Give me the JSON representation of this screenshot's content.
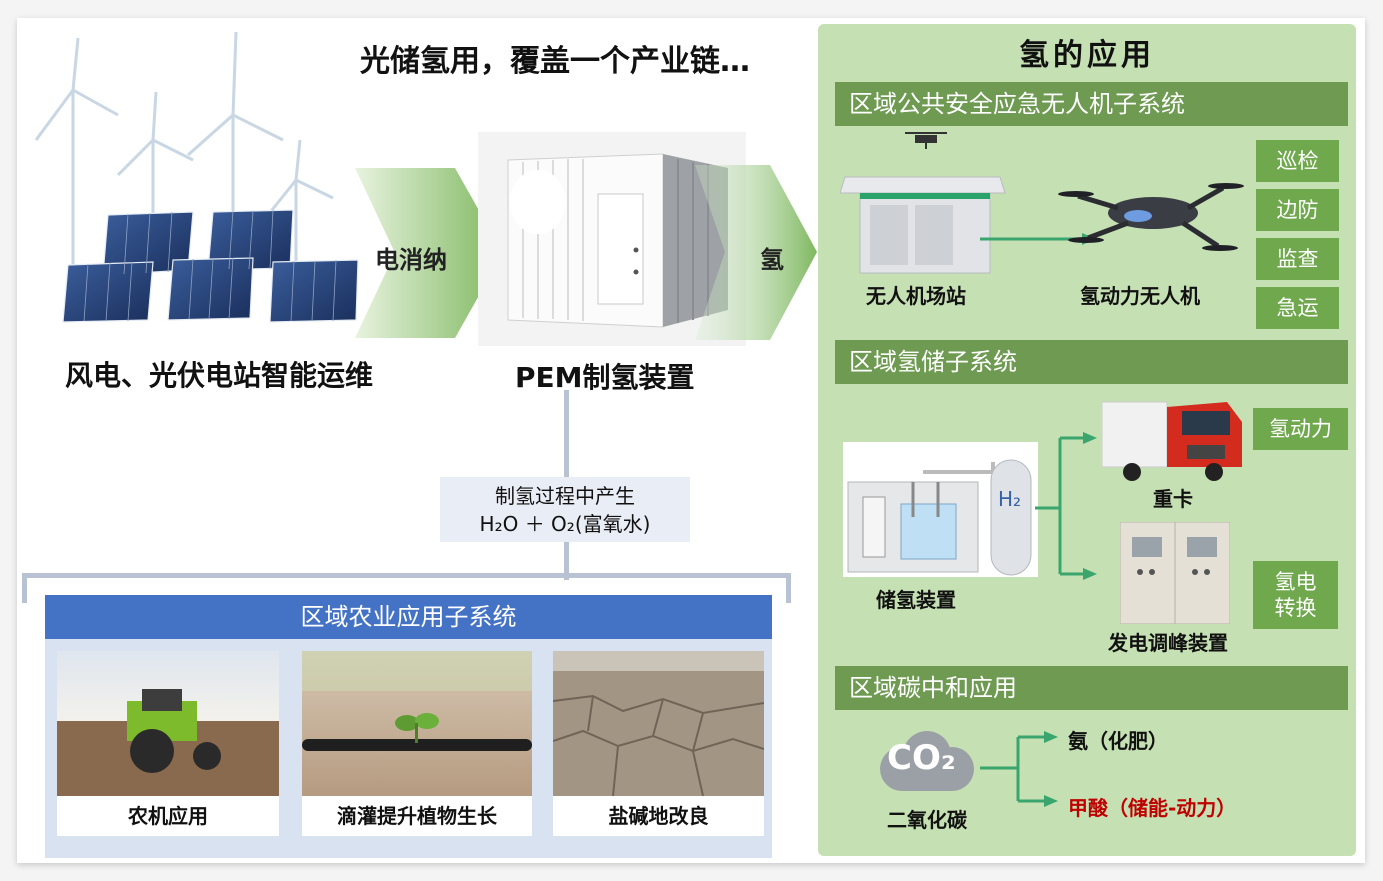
{
  "main_title": "光储氢用，覆盖一个产业链…",
  "left": {
    "renewables_caption": "风电、光伏电站智能运维",
    "arrow_label": "电消纳",
    "pem_caption": "PEM制氢装置",
    "hydrogen_arrow_label": "氢",
    "byproduct_line1": "制氢过程中产生",
    "byproduct_line2": "H₂O ＋ O₂(富氧水)"
  },
  "agriculture": {
    "title": "区域农业应用子系统",
    "items": [
      {
        "label": "农机应用"
      },
      {
        "label": "滴灌提升植物生长"
      },
      {
        "label": "盐碱地改良"
      }
    ]
  },
  "right": {
    "title": "氢的应用",
    "drone_system": {
      "title": "区域公共安全应急无人机子系统",
      "station_caption": "无人机场站",
      "drone_caption": "氢动力无人机",
      "tags": [
        "巡检",
        "边防",
        "监查",
        "急运"
      ]
    },
    "storage_system": {
      "title": "区域氢储子系统",
      "storage_caption": "储氢装置",
      "h2_label": "H₂",
      "truck_caption": "重卡",
      "truck_tag": "氢动力",
      "generator_caption": "发电调峰装置",
      "generator_tag_line1": "氢电",
      "generator_tag_line2": "转换"
    },
    "carbon_system": {
      "title": "区域碳中和应用",
      "co2_label": "CO₂",
      "co2_caption": "二氧化碳",
      "output1": "氨（化肥）",
      "output2": "甲酸（储能-动力）"
    }
  },
  "colors": {
    "green_panel": "#c5e0b3",
    "green_bar": "#6e9a52",
    "green_tag": "#70a84e",
    "blue_bar": "#4472c4",
    "red_text": "#c00000"
  }
}
